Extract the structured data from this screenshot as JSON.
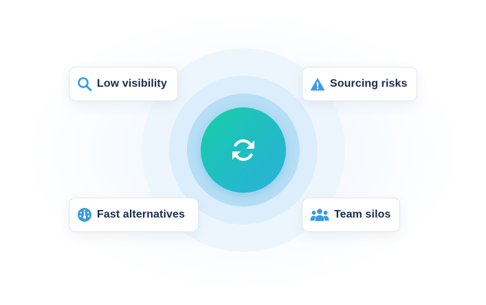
{
  "center": {
    "icon": "refresh-cycle-icon"
  },
  "colors": {
    "core_gradient_start": "#17d0a6",
    "core_gradient_end": "#2ab0dc",
    "icon_blue": "#3a9be0",
    "label_text": "#1b2b4b"
  },
  "cards": {
    "top_left": {
      "label": "Low visibility",
      "icon": "search-icon"
    },
    "top_right": {
      "label": "Sourcing risks",
      "icon": "warning-icon"
    },
    "bottom_left": {
      "label": "Fast alternatives",
      "icon": "speedometer-icon"
    },
    "bottom_right": {
      "label": "Team silos",
      "icon": "team-icon"
    }
  }
}
